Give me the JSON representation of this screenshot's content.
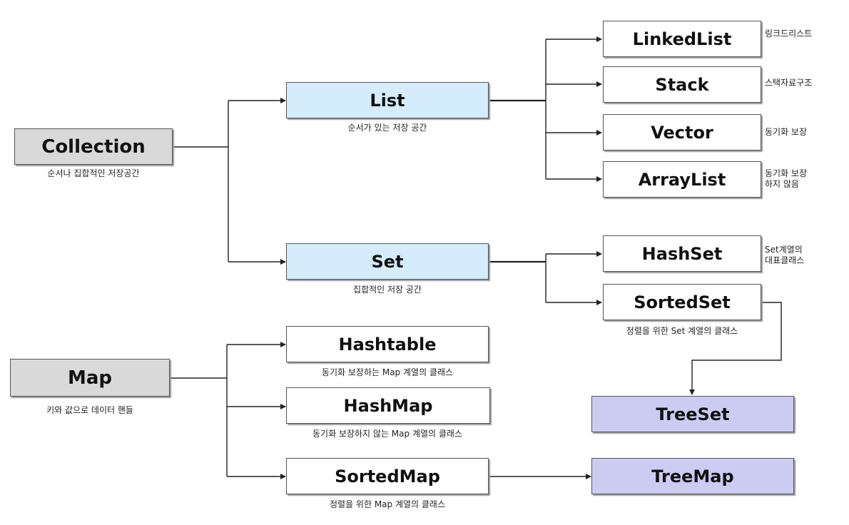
{
  "nodes": {
    "collection": "Collection",
    "list": "List",
    "set": "Set",
    "map": "Map",
    "linkedlist": "LinkedList",
    "stack": "Stack",
    "vector": "Vector",
    "arraylist": "ArrayList",
    "hashset": "HashSet",
    "sortedset": "SortedSet",
    "hashtable": "Hashtable",
    "hashmap": "HashMap",
    "sortedmap": "SortedMap",
    "treeset": "TreeSet",
    "treemap": "TreeMap"
  },
  "notes": {
    "collection": "순서나 집합적인 저장공간",
    "list": "순서가 있는 저장 공간",
    "set": "집합적인 저장 공간",
    "map": "키와 값으로 데이터 핸들",
    "linkedlist": "링크드리스트",
    "stack": "스택자료구조",
    "vector": "동기화 보장",
    "arraylist": "동기화 보장\n하지 않음",
    "hashset": "Set계열의\n대표클래스",
    "sortedset": "정렬을 위한 Set 계열의 클래스",
    "hashtable": "동기화 보장하는 Map 계열의 클래스",
    "hashmap": "동기화 보장하지 않는 Map 계열의 클래스",
    "sortedmap": "정렬을 위한 Map 계열의 클래스"
  },
  "colors": {
    "root": "#d9d9d9",
    "interface": "#d4ecfb",
    "class": "#ffffff",
    "tree": "#ccccf2",
    "line": "#222222"
  }
}
